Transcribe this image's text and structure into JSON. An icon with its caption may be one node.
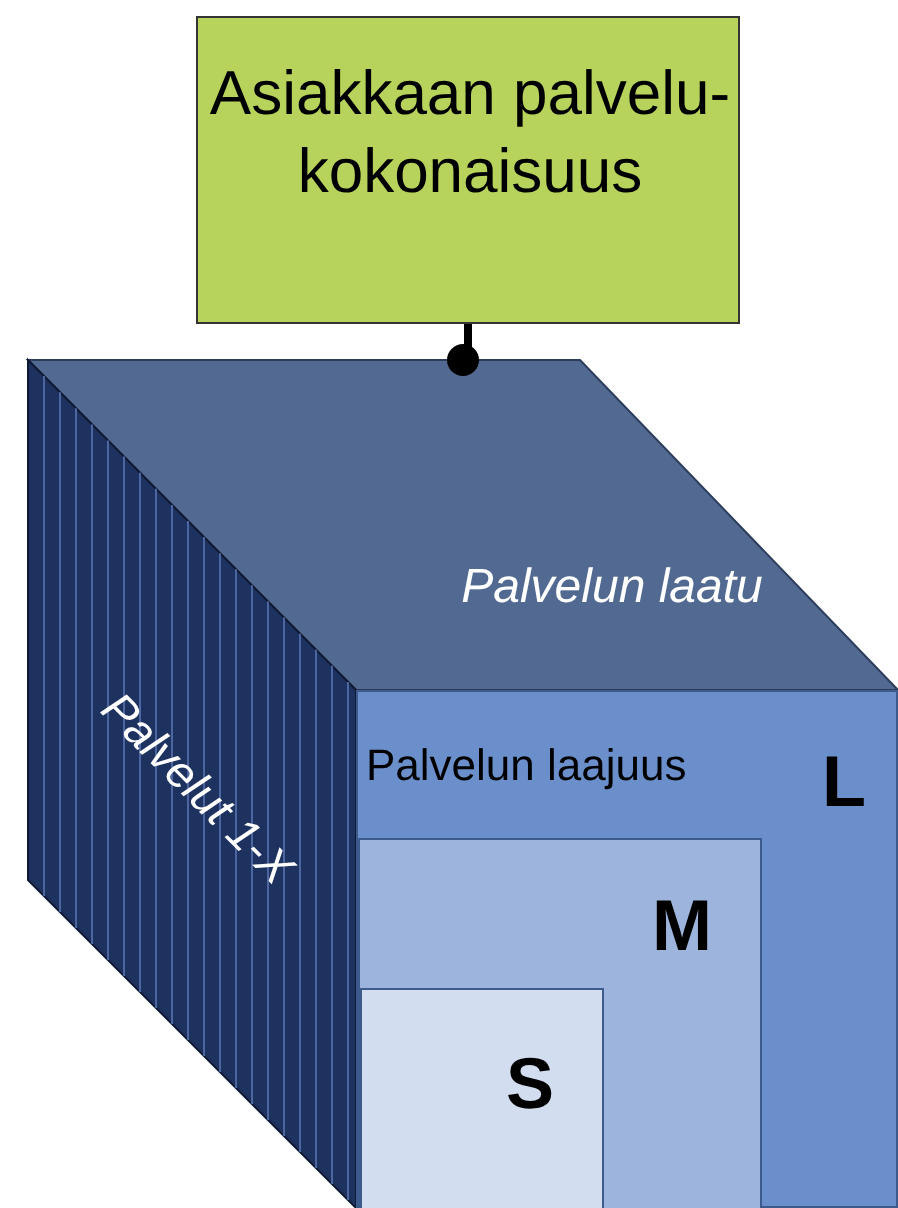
{
  "diagram": {
    "nodes": [
      {
        "text": [
          "Asiakkaan palvelu- kokonaisuus"
        ]
      },
      {
        "text": [
          "Palvelun laatu"
        ]
      },
      {
        "text": [
          "Palvelut 1-X"
        ]
      },
      {
        "text": [
          "Palvelun laajuus",
          "L"
        ]
      },
      {
        "text": [
          "M"
        ],
        "in": 3
      },
      {
        "text": [
          "S"
        ],
        "in": 4
      }
    ],
    "edges": [
      {
        "from": 0,
        "to": 1,
        "arrow": "other"
      }
    ]
  }
}
